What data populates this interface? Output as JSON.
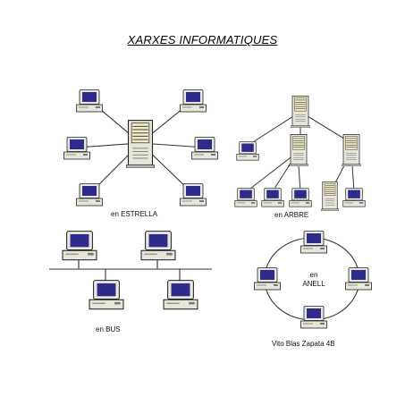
{
  "title": "XARXES INFORMATIQUES",
  "labels": {
    "star": "en ESTRELLA",
    "tree": "en ARBRE",
    "bus": "en BUS",
    "ring_line1": "en",
    "ring_line2": "ANELL"
  },
  "signature": "Vito Blas Zapata 4B",
  "colors": {
    "screen": "#2e2b8a",
    "case": "#e6e6da",
    "server": "#f1ecc4",
    "line": "#333333"
  }
}
